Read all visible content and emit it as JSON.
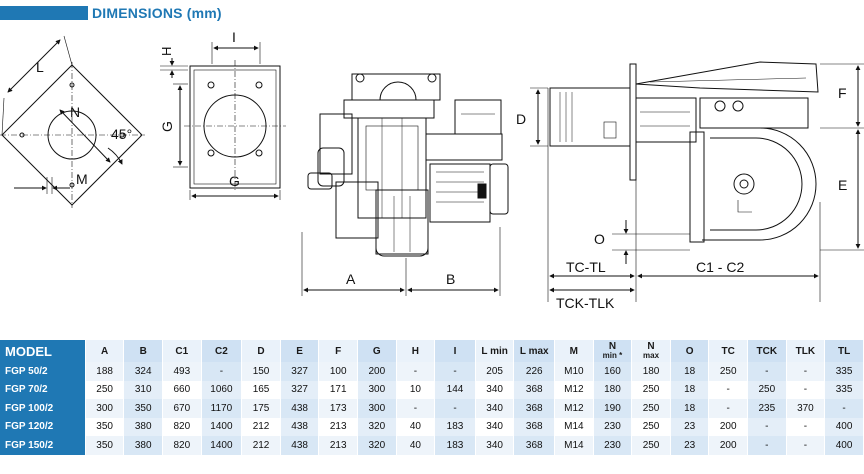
{
  "header": {
    "title": "DIMENSIONS (mm)",
    "accent": "#1f78b4"
  },
  "drawing_labels": {
    "L": "L",
    "N": "N",
    "deg45": "45°",
    "M": "M",
    "H": "H",
    "I": "I",
    "G_side": "G",
    "G_bottom": "G",
    "A": "A",
    "B": "B",
    "D": "D",
    "F": "F",
    "E": "E",
    "O": "O",
    "TC_TL": "TC-TL",
    "C1_C2": "C1 - C2",
    "TCK_TLK": "TCK-TLK"
  },
  "table": {
    "columns": [
      {
        "label": "MODEL",
        "sub": ""
      },
      {
        "label": "A",
        "sub": ""
      },
      {
        "label": "B",
        "sub": ""
      },
      {
        "label": "C1",
        "sub": ""
      },
      {
        "label": "C2",
        "sub": ""
      },
      {
        "label": "D",
        "sub": ""
      },
      {
        "label": "E",
        "sub": ""
      },
      {
        "label": "F",
        "sub": ""
      },
      {
        "label": "G",
        "sub": ""
      },
      {
        "label": "H",
        "sub": ""
      },
      {
        "label": "I",
        "sub": ""
      },
      {
        "label": "L min",
        "sub": ""
      },
      {
        "label": "L max",
        "sub": ""
      },
      {
        "label": "M",
        "sub": ""
      },
      {
        "label": "N",
        "sub": "min *"
      },
      {
        "label": "N",
        "sub": "max"
      },
      {
        "label": "O",
        "sub": ""
      },
      {
        "label": "TC",
        "sub": ""
      },
      {
        "label": "TCK",
        "sub": ""
      },
      {
        "label": "TLK",
        "sub": ""
      },
      {
        "label": "TL",
        "sub": ""
      }
    ],
    "rows": [
      [
        "FGP 50/2",
        "188",
        "324",
        "493",
        "-",
        "150",
        "327",
        "100",
        "200",
        "-",
        "-",
        "205",
        "226",
        "M10",
        "160",
        "180",
        "18",
        "250",
        "-",
        "-",
        "335"
      ],
      [
        "FGP 70/2",
        "250",
        "310",
        "660",
        "1060",
        "165",
        "327",
        "171",
        "300",
        "10",
        "144",
        "340",
        "368",
        "M12",
        "180",
        "250",
        "18",
        "-",
        "250",
        "-",
        "335"
      ],
      [
        "FGP 100/2",
        "300",
        "350",
        "670",
        "1170",
        "175",
        "438",
        "173",
        "300",
        "-",
        "-",
        "340",
        "368",
        "M12",
        "190",
        "250",
        "18",
        "-",
        "235",
        "370",
        "-"
      ],
      [
        "FGP 120/2",
        "350",
        "380",
        "820",
        "1400",
        "212",
        "438",
        "213",
        "320",
        "40",
        "183",
        "340",
        "368",
        "M14",
        "230",
        "250",
        "23",
        "200",
        "-",
        "-",
        "400"
      ],
      [
        "FGP 150/2",
        "350",
        "380",
        "820",
        "1400",
        "212",
        "438",
        "213",
        "320",
        "40",
        "183",
        "340",
        "368",
        "M14",
        "230",
        "250",
        "23",
        "200",
        "-",
        "-",
        "400"
      ]
    ]
  }
}
